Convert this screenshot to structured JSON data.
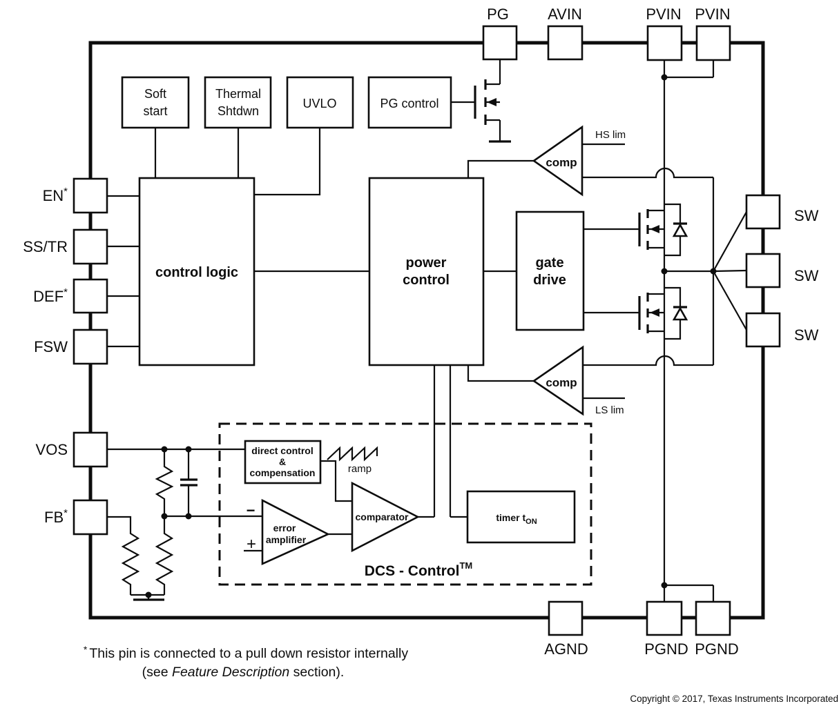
{
  "pins": {
    "top": [
      {
        "label": "PG"
      },
      {
        "label": "AVIN"
      },
      {
        "label": "PVIN"
      },
      {
        "label": "PVIN"
      }
    ],
    "left": [
      {
        "label": "EN",
        "star": "*"
      },
      {
        "label": "SS/TR",
        "star": ""
      },
      {
        "label": "DEF",
        "star": "*"
      },
      {
        "label": "FSW",
        "star": ""
      },
      {
        "label": "VOS",
        "star": ""
      },
      {
        "label": "FB",
        "star": "*"
      }
    ],
    "right": [
      {
        "label": "SW"
      },
      {
        "label": "SW"
      },
      {
        "label": "SW"
      }
    ],
    "bottom": [
      {
        "label": "AGND"
      },
      {
        "label": "PGND"
      },
      {
        "label": "PGND"
      }
    ]
  },
  "blocks": {
    "soft_start": {
      "line1": "Soft",
      "line2": "start"
    },
    "thermal": {
      "line1": "Thermal",
      "line2": "Shtdwn"
    },
    "uvlo": {
      "label": "UVLO"
    },
    "pg_control": {
      "label": "PG control"
    },
    "control_logic": {
      "label": "control logic"
    },
    "power_control": {
      "line1": "power",
      "line2": "control"
    },
    "gate_drive": {
      "line1": "gate",
      "line2": "drive"
    },
    "direct_control": {
      "line1": "direct control",
      "line2": "&",
      "line3": "compensation"
    },
    "timer": {
      "label": "timer t",
      "sub": "ON"
    },
    "error_amp": {
      "line1": "error",
      "line2": "amplifier",
      "minus": "−",
      "plus": "+"
    },
    "comparator": {
      "label": "comparator"
    },
    "hs_comp": {
      "label": "comp",
      "limit": "HS lim"
    },
    "ls_comp": {
      "label": "comp",
      "limit": "LS lim"
    },
    "dcs": {
      "label": "DCS - Control",
      "tm": "TM"
    },
    "ramp": {
      "label": "ramp"
    }
  },
  "notes": {
    "footnote_star": "*",
    "footnote_line1": "This pin is connected to a pull down resistor internally",
    "footnote_line2_pre": "(see ",
    "footnote_line2_italic": "Feature Description",
    "footnote_line2_post": " section).",
    "copyright": "Copyright © 2017, Texas Instruments Incorporated"
  },
  "colors": {
    "line": "#0d0d0d",
    "copyright": "#7b7b7b",
    "background": "#ffffff"
  }
}
